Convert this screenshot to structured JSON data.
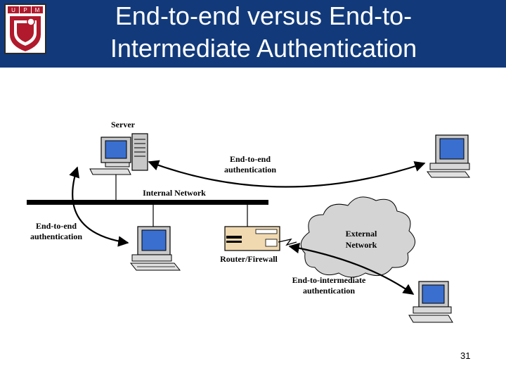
{
  "slide": {
    "title": "End-to-end versus End-to-Intermediate Authentication",
    "page_number": "31",
    "logo_text": "UPM"
  },
  "diagram": {
    "server_label": "Server",
    "internal_network_label": "Internal Network",
    "router_label": "Router/Firewall",
    "external_network_label": [
      "External",
      "Network"
    ],
    "e2e_auth_top": [
      "End-to-end",
      "authentication"
    ],
    "e2e_auth_left": [
      "End-to-end",
      "authentication"
    ],
    "e2i_auth": [
      "End-to-intermediate",
      "authentication"
    ]
  },
  "colors": {
    "header_bg": "#123a7a",
    "screen": "#3a6fd0",
    "router_stripe": "#f0d9b0",
    "logo_red": "#b01a2c"
  }
}
